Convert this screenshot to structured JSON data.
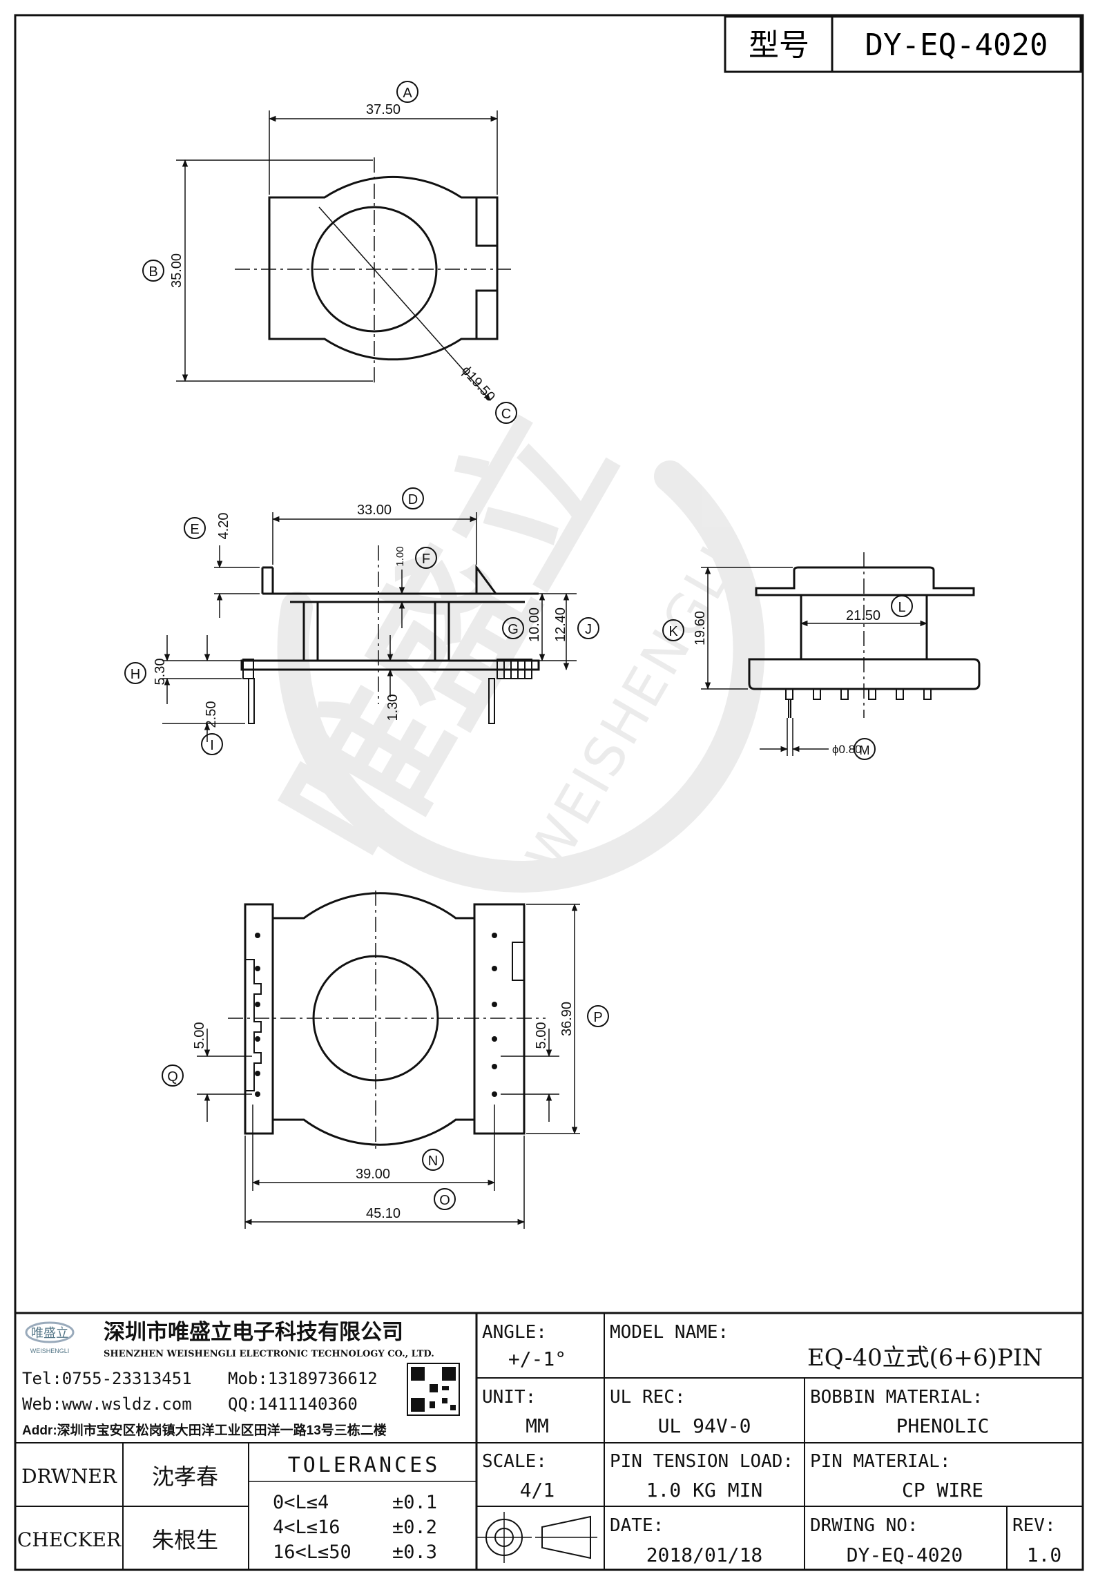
{
  "title_block": {
    "label": "型号",
    "model": "DY-EQ-4020"
  },
  "views": {
    "top": {
      "labels": {
        "A": "A",
        "B": "B",
        "C": "C"
      },
      "dims": {
        "width": "37.50",
        "height": "35.00",
        "bore": "ϕ19.50"
      }
    },
    "front": {
      "labels": {
        "D": "D",
        "E": "E",
        "F": "F",
        "G": "G",
        "H": "H",
        "I": "I",
        "J": "J"
      },
      "dims": {
        "flange_width": "33.00",
        "e": "4.20",
        "f": "1.00",
        "g": "10.00",
        "j": "12.40",
        "h": "5.30",
        "i": "2.50",
        "base": "1.30"
      }
    },
    "side": {
      "labels": {
        "K": "K",
        "L": "L",
        "M": "M"
      },
      "dims": {
        "k": "19.60",
        "l": "21.50",
        "m": "ϕ0.80"
      }
    },
    "bottom": {
      "labels": {
        "N": "N",
        "O": "O",
        "P": "P",
        "Q": "Q"
      },
      "dims": {
        "n": "39.00",
        "o": "45.10",
        "p": "36.90",
        "q_left": "5.00",
        "q_right": "5.00"
      }
    }
  },
  "watermark": {
    "brand": "唯盛立",
    "text": "WEISHENGLI"
  },
  "company": {
    "name_cn": "深圳市唯盛立电子科技有限公司",
    "name_en": "SHENZHEN WEISHENGLI ELECTRONIC TECHNOLOGY CO., LTD.",
    "logo_text": "唯盛立",
    "logo_sub": "WEISHENGLI",
    "tel": "Tel:0755-23313451",
    "mob": "Mob:13189736612",
    "web": "Web:www.wsldz.com",
    "qq": "QQ:1411140360",
    "addr": "Addr:深圳市宝安区松岗镇大田洋工业区田洋一路13号三栋二楼"
  },
  "spec": {
    "angle_label": "ANGLE:",
    "angle_value": "+/-1°",
    "model_name_label": "MODEL NAME:",
    "model_name_value": "EQ-40立式(6+6)PIN",
    "unit_label": "UNIT:",
    "unit_value": "MM",
    "ul_rec_label": "UL REC:",
    "ul_rec_value": "UL 94V-0",
    "bobbin_label": "BOBBIN MATERIAL:",
    "bobbin_value": "PHENOLIC",
    "scale_label": "SCALE:",
    "scale_value": "4/1",
    "pin_tension_label": "PIN TENSION LOAD:",
    "pin_tension_value": "1.0 KG MIN",
    "pin_material_label": "PIN MATERIAL:",
    "pin_material_value": "CP WIRE",
    "date_label": "DATE:",
    "date_value": "2018/01/18",
    "drwing_no_label": "DRWING NO:",
    "drwing_no_value": "DY-EQ-4020",
    "rev_label": "REV:",
    "rev_value": "1.0",
    "drwner_label": "DRWNER",
    "drwner_value": "沈孝春",
    "checker_label": "CHECKER",
    "checker_value": "朱根生",
    "tolerances_label": "TOLERANCES",
    "tol_rows": [
      {
        "range": "0<L≤4",
        "value": "±0.1"
      },
      {
        "range": "4<L≤16",
        "value": "±0.2"
      },
      {
        "range": "16<L≤50",
        "value": "±0.3"
      }
    ]
  }
}
